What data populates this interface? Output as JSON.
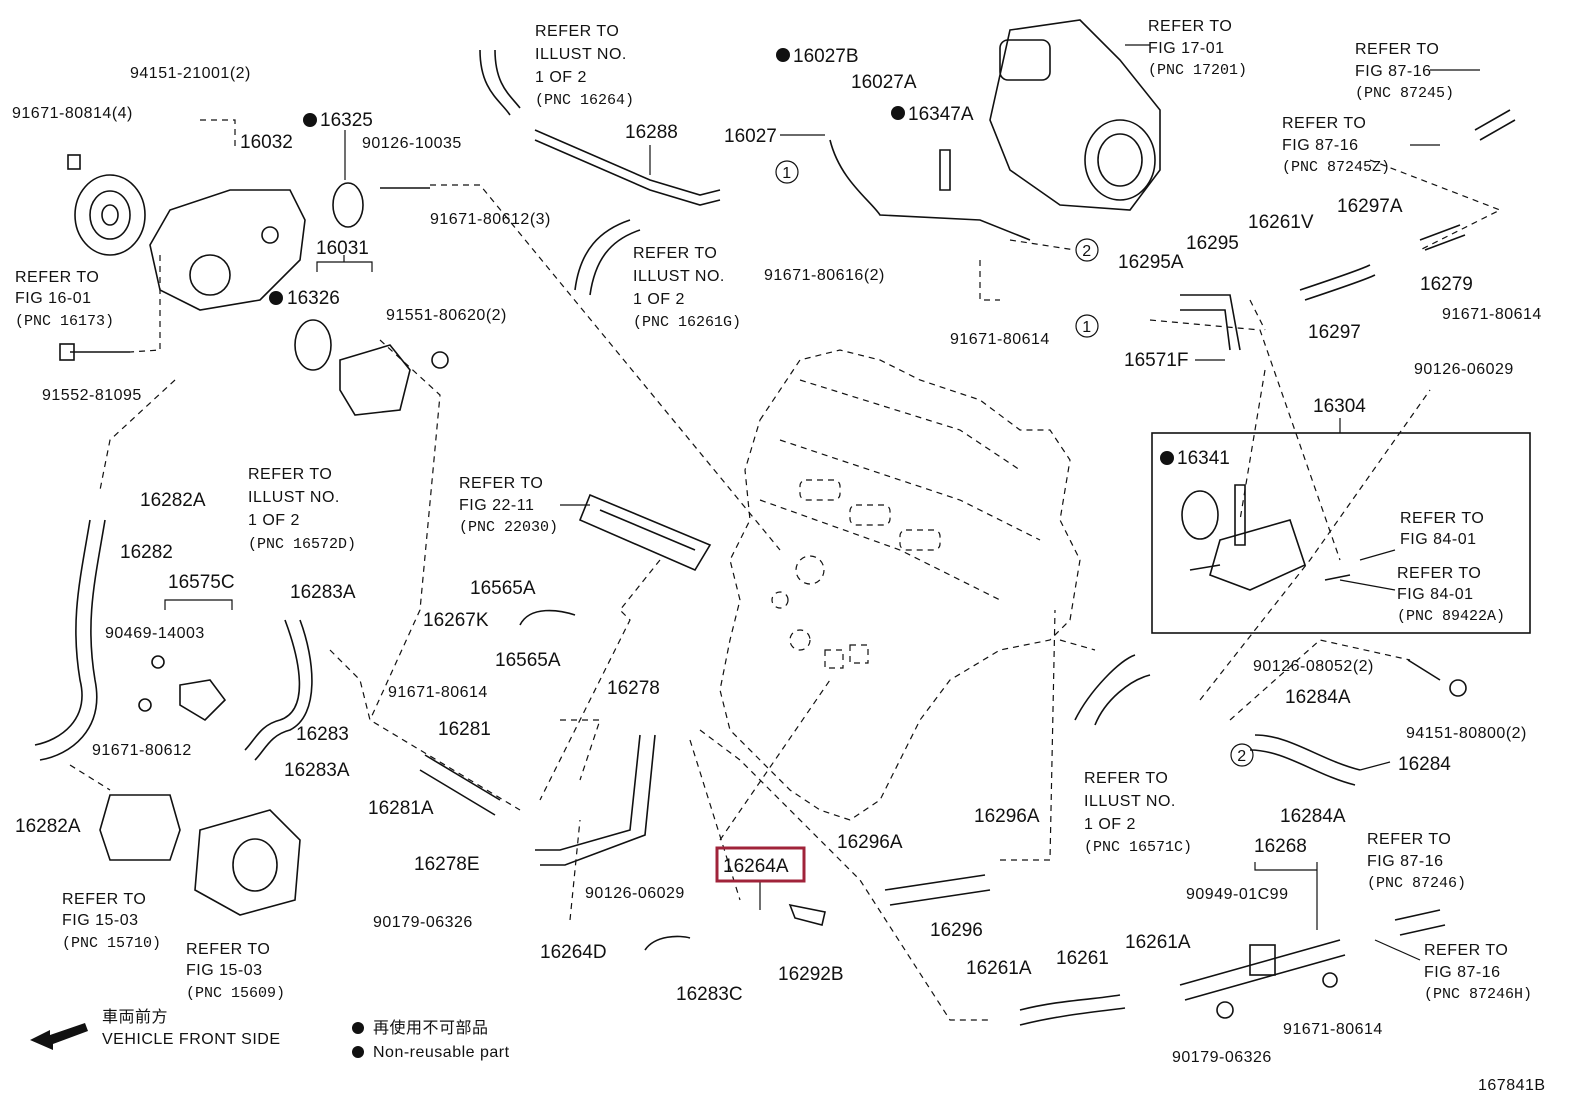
{
  "diagram_id": "167841B",
  "highlight_color": "#a0233a",
  "labels": {
    "p94151_21001": "94151-21001(2)",
    "p91671_80814": "91671-80814(4)",
    "p16032": "16032",
    "p16325": "16325",
    "p90126_10035": "90126-10035",
    "refer_16173_a": "REFER TO",
    "refer_16173_b": "FIG 16-01",
    "refer_16173_c": "(PNC 16173)",
    "p16031": "16031",
    "p16326": "16326",
    "p91551_80620": "91551-80620(2)",
    "p91552_81095": "91552-81095",
    "refer_16572d_a": "REFER TO",
    "refer_16572d_b": "ILLUST NO.",
    "refer_16572d_c": "1 OF 2",
    "refer_16572d_d": "(PNC 16572D)",
    "p16282A_top": "16282A",
    "p16282": "16282",
    "p16575C": "16575C",
    "p90469_14003": "90469-14003",
    "p91671_80612": "91671-80612",
    "p16282A_bot": "16282A",
    "refer_15710_a": "REFER TO",
    "refer_15710_b": "FIG 15-03",
    "refer_15710_c": "(PNC 15710)",
    "p16283A_top": "16283A",
    "p16283": "16283",
    "p16283A_bot": "16283A",
    "refer_15609_a": "REFER TO",
    "refer_15609_b": "FIG 15-03",
    "refer_15609_c": "(PNC 15609)",
    "refer_16264_a": "REFER TO",
    "refer_16264_b": "ILLUST NO.",
    "refer_16264_c": "1 OF 2",
    "refer_16264_d": "(PNC 16264)",
    "p16288": "16288",
    "p91671_80612_3": "91671-80612(3)",
    "refer_16261g_a": "REFER TO",
    "refer_16261g_b": "ILLUST NO.",
    "refer_16261g_c": "1 OF 2",
    "refer_16261g_d": "(PNC 16261G)",
    "refer_22030_a": "REFER TO",
    "refer_22030_b": "FIG 22-11",
    "refer_22030_c": "(PNC 22030)",
    "p16565A_top": "16565A",
    "p16267K": "16267K",
    "p16565A_bot": "16565A",
    "p91671_80614_mid": "91671-80614",
    "p16281": "16281",
    "p16281A": "16281A",
    "p16278": "16278",
    "p16278E": "16278E",
    "p90126_06029_mid": "90126-06029",
    "p90179_06326_left": "90179-06326",
    "p16264A": "16264A",
    "p16264D": "16264D",
    "p16283C": "16283C",
    "p16292B": "16292B",
    "p16027B": "16027B",
    "p16027A": "16027A",
    "p16347A": "16347A",
    "p16027": "16027",
    "p91671_80616": "91671-80616(2)",
    "p91671_80614_top": "91671-80614",
    "refer_17201_a": "REFER TO",
    "refer_17201_b": "FIG 17-01",
    "refer_17201_c": "(PNC 17201)",
    "refer_87245_a": "REFER TO",
    "refer_87245_b": "FIG 87-16",
    "refer_87245_c": "(PNC 87245)",
    "refer_87245z_a": "REFER TO",
    "refer_87245z_b": "FIG 87-16",
    "refer_87245z_c": "(PNC 87245Z)",
    "p16297A": "16297A",
    "p16261V": "16261V",
    "p16295": "16295",
    "p16295A": "16295A",
    "p16279": "16279",
    "p16297": "16297",
    "p91671_80614_right": "91671-80614",
    "p16571F": "16571F",
    "p90126_06029_right": "90126-06029",
    "p16304": "16304",
    "p16341": "16341",
    "refer_8401_a": "REFER TO",
    "refer_8401_b": "FIG 84-01",
    "refer_89422a_a": "REFER TO",
    "refer_89422a_b": "FIG 84-01",
    "refer_89422a_c": "(PNC 89422A)",
    "p90126_08052": "90126-08052(2)",
    "p16284A_top": "16284A",
    "p94151_80800": "94151-80800(2)",
    "p16284": "16284",
    "p16284A_bot": "16284A",
    "refer_16571c_a": "REFER TO",
    "refer_16571c_b": "ILLUST NO.",
    "refer_16571c_c": "1 OF 2",
    "refer_16571c_d": "(PNC 16571C)",
    "p16296A_right": "16296A",
    "p16296A_left": "16296A",
    "p16296": "16296",
    "p16268": "16268",
    "p90949_01C99": "90949-01C99",
    "refer_87246_a": "REFER TO",
    "refer_87246_b": "FIG 87-16",
    "refer_87246_c": "(PNC 87246)",
    "refer_87246h_a": "REFER TO",
    "refer_87246h_b": "FIG 87-16",
    "refer_87246h_c": "(PNC 87246H)",
    "p16261A_left": "16261A",
    "p16261": "16261",
    "p16261A_right": "16261A",
    "p91671_80614_bot": "91671-80614",
    "p90179_06326_bot": "90179-06326",
    "circle1": "1",
    "circle2": "2"
  },
  "legend": {
    "direction_jp": "車両前方",
    "direction_en": "VEHICLE FRONT SIDE",
    "nonreusable_jp": "再使用不可部品",
    "nonreusable_en": "Non-reusable part"
  }
}
